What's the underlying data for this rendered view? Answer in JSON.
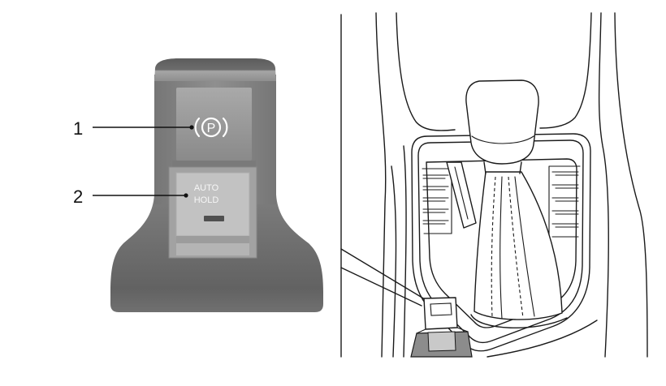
{
  "callouts": [
    {
      "number": "1"
    },
    {
      "number": "2"
    }
  ],
  "parking_brake_switch": {
    "symbol_letter": "P"
  },
  "auto_hold_switch": {
    "line1": "AUTO",
    "line2": "HOLD"
  },
  "colors": {
    "background": "#ffffff",
    "line": "#1a1a1a",
    "switch_body": "#8b8b8b",
    "switch_base": "#6a6a6a",
    "auto_hold_button": "#c2c2c2",
    "indicator": "#505050"
  }
}
